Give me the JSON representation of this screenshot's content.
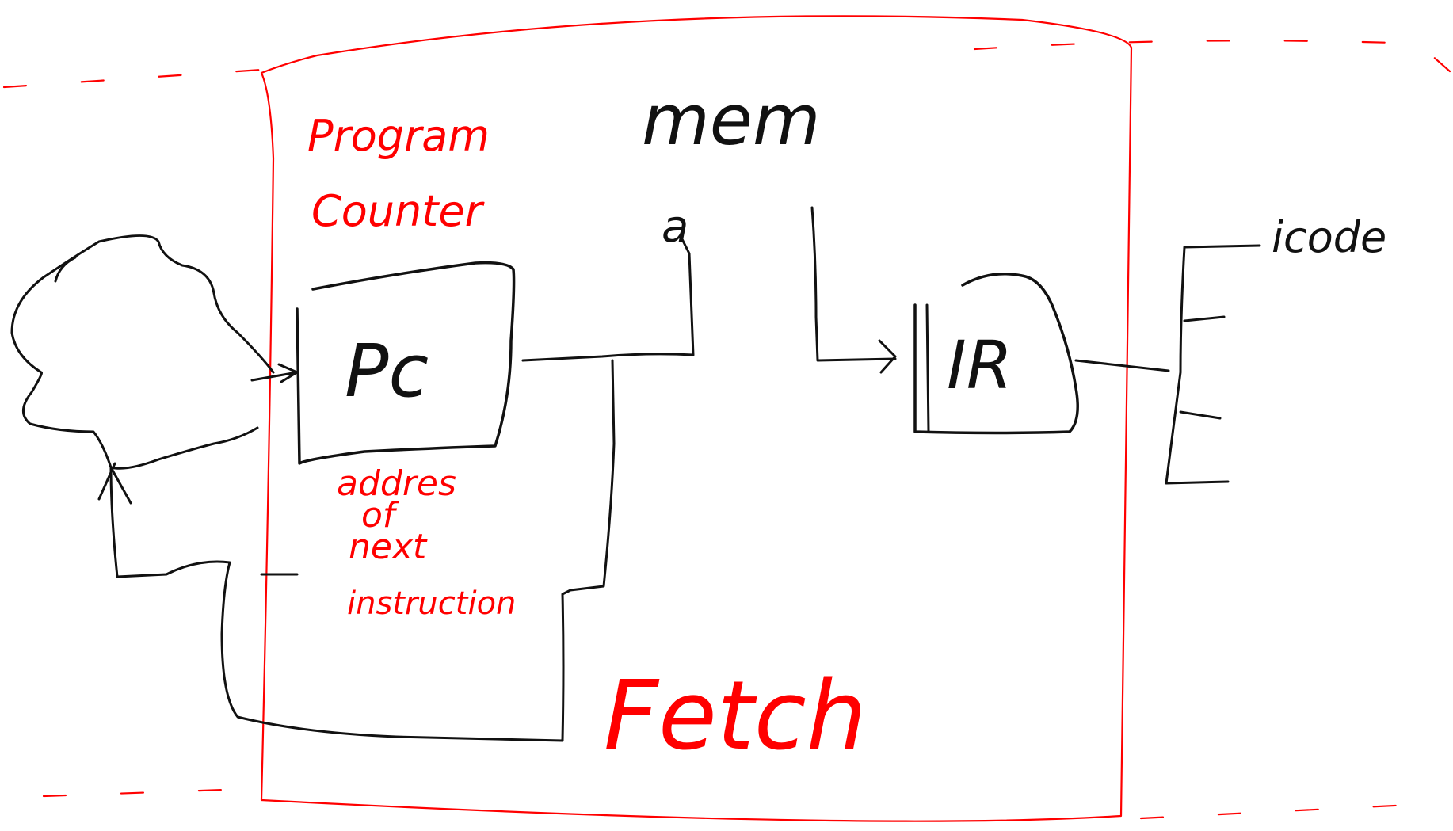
{
  "colors": {
    "ink": "#111111",
    "annotation": "#ff0000",
    "background": "#ffffff"
  },
  "labels": {
    "program_counter_line1": "Program",
    "program_counter_line2": "Counter",
    "mem": "mem",
    "mem_address_port": "a",
    "pc_register": "Pc",
    "ir_register": "IR",
    "icode": "icode",
    "address_note_line1": "addres",
    "address_note_line2": "of",
    "address_note_line3": "next",
    "address_note_line4": "instruction",
    "stage": "Fetch"
  }
}
